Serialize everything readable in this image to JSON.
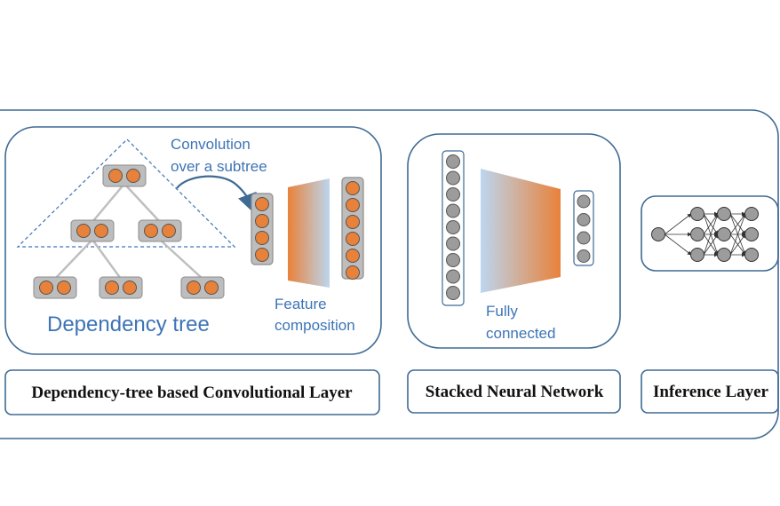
{
  "colors": {
    "panel_border": "#3e6a93",
    "node_fill": "#e8823a",
    "node_stroke": "#555555",
    "node_box": "#bdbdbd",
    "tree_edge": "#bfbfbf",
    "dashed": "#3d74b6",
    "label_blue": "#3d74b6",
    "gray_node": "#9c9c9c",
    "gradient_orange": "#e8823a",
    "gradient_blue": "#bcd6ef"
  },
  "labels": {
    "convolution_line1": "Convolution",
    "convolution_line2": "over a subtree",
    "dependency_tree": "Dependency tree",
    "feature_line1": "Feature",
    "feature_line2": "composition",
    "fully_line1": "Fully",
    "fully_line2": "connected"
  },
  "layers": {
    "conv": "Dependency-tree based Convolutional Layer",
    "stacked": "Stacked Neural Network",
    "inference": "Inference Layer"
  }
}
